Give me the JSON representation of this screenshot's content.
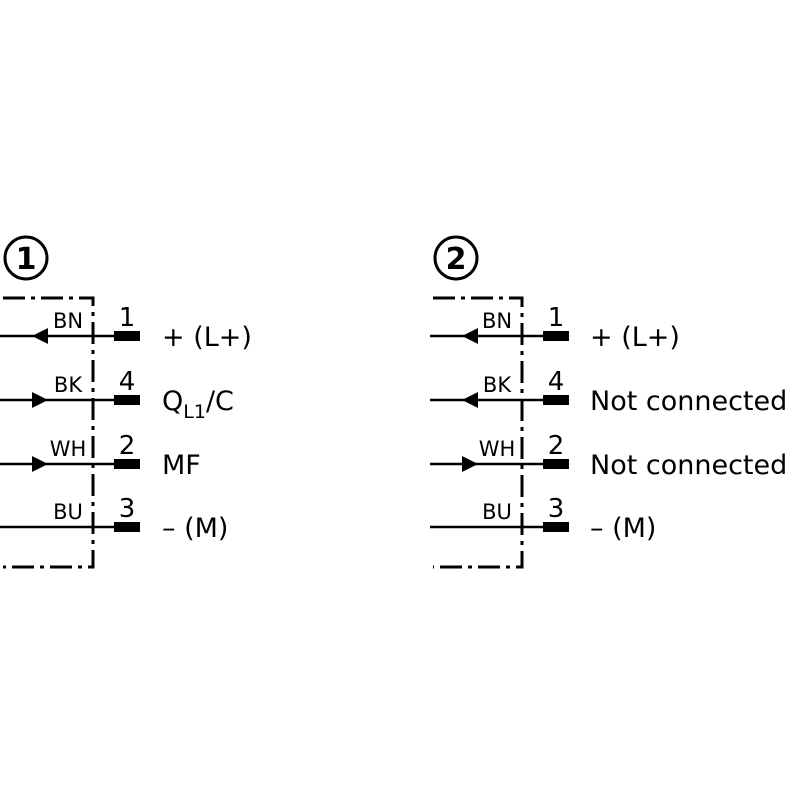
{
  "diagrams": [
    {
      "badge": "1",
      "pins": [
        {
          "color": "BN",
          "number": "1",
          "function": "+ (L+)",
          "function_sub": "",
          "function_suffix": "",
          "direction": "out"
        },
        {
          "color": "BK",
          "number": "4",
          "function": "Q",
          "function_sub": "L1",
          "function_suffix": "/C",
          "direction": "in"
        },
        {
          "color": "WH",
          "number": "2",
          "function": "MF",
          "function_sub": "",
          "function_suffix": "",
          "direction": "in"
        },
        {
          "color": "BU",
          "number": "3",
          "function": "– (M)",
          "function_sub": "",
          "function_suffix": "",
          "direction": "none"
        }
      ]
    },
    {
      "badge": "2",
      "pins": [
        {
          "color": "BN",
          "number": "1",
          "function": "+ (L+)",
          "function_sub": "",
          "function_suffix": "",
          "direction": "out"
        },
        {
          "color": "BK",
          "number": "4",
          "function": "Not connected",
          "function_sub": "",
          "function_suffix": "",
          "direction": "out"
        },
        {
          "color": "WH",
          "number": "2",
          "function": "Not connected",
          "function_sub": "",
          "function_suffix": "",
          "direction": "in"
        },
        {
          "color": "BU",
          "number": "3",
          "function": "– (M)",
          "function_sub": "",
          "function_suffix": "",
          "direction": "none"
        }
      ]
    }
  ]
}
